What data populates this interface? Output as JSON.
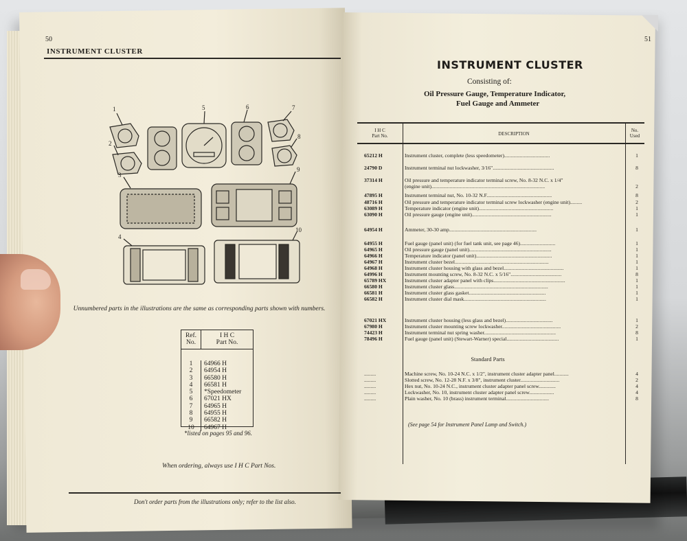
{
  "left_page": {
    "page_number": "50",
    "header": "INSTRUMENT CLUSTER",
    "illustration_callouts": [
      "1",
      "2",
      "3",
      "4",
      "5",
      "6",
      "7",
      "8",
      "9",
      "10"
    ],
    "caption": "Unnumbered parts in the illustrations are the same as corresponding parts shown with numbers.",
    "ref_table": {
      "col1_header_line1": "Ref.",
      "col1_header_line2": "No.",
      "col2_header_line1": "I H C",
      "col2_header_line2": "Part No.",
      "rows": [
        {
          "ref": "1",
          "part": "64966 H"
        },
        {
          "ref": "2",
          "part": "64954 H"
        },
        {
          "ref": "3",
          "part": "66580 H"
        },
        {
          "ref": "4",
          "part": "66581 H"
        },
        {
          "ref": "5",
          "part": "*Speedometer"
        },
        {
          "ref": "6",
          "part": "67021 HX"
        },
        {
          "ref": "7",
          "part": "64965 H"
        },
        {
          "ref": "8",
          "part": "64955 H"
        },
        {
          "ref": "9",
          "part": "66582 H"
        },
        {
          "ref": "10",
          "part": "64967 H"
        }
      ]
    },
    "table_footnote": "*listed on pages 95 and 96.",
    "ordering_note": "When ordering, always use I H C Part Nos.",
    "bottom_note": "Don't order parts from the illustrations only; refer to the list also."
  },
  "right_page": {
    "page_number": "51",
    "title": "INSTRUMENT CLUSTER",
    "consisting": "Consisting of:",
    "subtitle_line1": "Oil Pressure Gauge, Temperature Indicator,",
    "subtitle_line2": "Fuel Gauge and Ammeter",
    "table_headers": {
      "part_no_line1": "I H C",
      "part_no_line2": "Part No.",
      "description": "DESCRIPTION",
      "qty_line1": "No.",
      "qty_line2": "Used"
    },
    "rows": [
      {
        "part": "65212 H",
        "desc": "Instrument cluster, complete (less speedometer)...................................",
        "qty": "1"
      },
      {
        "part": "24790 D",
        "desc": "Instrument terminal nut lockwasher, 3/16\"...............................................",
        "qty": "8"
      },
      {
        "part": "37314 H",
        "desc": "Oil pressure and temperature indicator terminal screw, No. 8-32 N.C. x 1/4\"",
        "qty": ""
      },
      {
        "part": "",
        "desc": "(engine unit).......................................................................................",
        "qty": "2"
      },
      {
        "part": "47895 H",
        "desc": "Instrument terminal nut, No. 10-32 N.F..................................................",
        "qty": "8"
      },
      {
        "part": "48716 H",
        "desc": "Oil pressure and temperature indicator terminal screw lockwasher (engine unit).........",
        "qty": "2"
      },
      {
        "part": "63089 H",
        "desc": "Temperature indicator (engine unit).........................................................",
        "qty": "1"
      },
      {
        "part": "63090 H",
        "desc": "Oil pressure gauge (engine unit).............................................................",
        "qty": "1"
      },
      {
        "part": "64954 H",
        "desc": "Ammeter, 30-30 amp...................................................................",
        "qty": "1"
      },
      {
        "part": "64955 H",
        "desc": "Fuel gauge (panel unit) (for fuel tank unit, see page 46)...........................",
        "qty": "1"
      },
      {
        "part": "64965 H",
        "desc": "Oil pressure gauge (panel unit)...............................................................",
        "qty": "1"
      },
      {
        "part": "64966 H",
        "desc": "Temperature indicator (panel unit)..........................................................",
        "qty": "1"
      },
      {
        "part": "64967 H",
        "desc": "Instrument cluster bezel........................................................................",
        "qty": "1"
      },
      {
        "part": "64968 H",
        "desc": "Instrument cluster housing with glass and bezel..............................................",
        "qty": "1"
      },
      {
        "part": "64996 H",
        "desc": "Instrument mounting screw, No. 8-32 N.C. x 5/16\".......................................",
        "qty": "8"
      },
      {
        "part": "65789 HX",
        "desc": "Instrument cluster adapter panel with clips.......................................................",
        "qty": "1"
      },
      {
        "part": "66580 H",
        "desc": "Instrument cluster glass........................................................................",
        "qty": "1"
      },
      {
        "part": "66581 H",
        "desc": "Instrument cluster glass gasket...........................................................",
        "qty": "1"
      },
      {
        "part": "66582 H",
        "desc": "Instrument cluster dial mask...............................................................",
        "qty": "1"
      },
      {
        "part": "67021 HX",
        "desc": "Instrument cluster housing (less glass and bezel)....................................",
        "qty": "1"
      },
      {
        "part": "67980 H",
        "desc": "Instrument cluster mounting screw lockwasher.............................................",
        "qty": "2"
      },
      {
        "part": "74423 H",
        "desc": "Instrument terminal nut spring washer.......................................................",
        "qty": "8"
      },
      {
        "part": "78496 H",
        "desc": "Fuel gauge (panel unit) (Stewart-Warner) special........................................",
        "qty": "1"
      }
    ],
    "standard_parts_heading": "Standard Parts",
    "standard_parts": [
      {
        "part": ".........",
        "desc": "Machine screw, No. 10-24 N.C. x 1/2\", instrument cluster adapter panel...........",
        "qty": "4"
      },
      {
        "part": ".........",
        "desc": "Slotted screw, No. 12-28 N.F. x 3/8\", instrument cluster..............................",
        "qty": "2"
      },
      {
        "part": ".........",
        "desc": "Hex nut, No. 10-24 N.C., instrument cluster adapter panel screw.............",
        "qty": "4"
      },
      {
        "part": ".........",
        "desc": "Lockwasher, No. 10, instrument cluster adapter panel screw...................",
        "qty": "4"
      },
      {
        "part": ".........",
        "desc": "Plain washer, No. 10 (brass) instrument terminal.................................",
        "qty": "8"
      }
    ],
    "see_note": "(See page 54 for Instrument Panel Lamp and Switch.)"
  }
}
